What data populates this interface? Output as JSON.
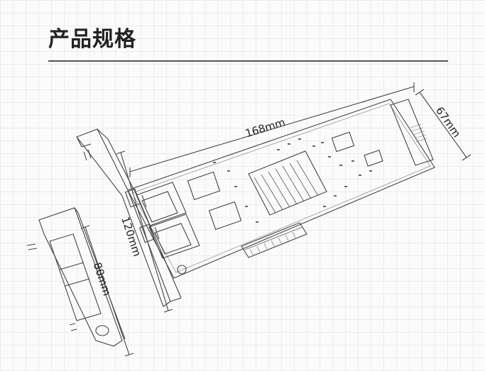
{
  "header": {
    "title": "产品规格"
  },
  "dimensions": {
    "length": "168mm",
    "height": "67mm",
    "full_bracket": "120mm",
    "low_profile_bracket": "80mm"
  },
  "colors": {
    "ink": "#222222",
    "grid": "#ececec",
    "rule": "#555555"
  }
}
